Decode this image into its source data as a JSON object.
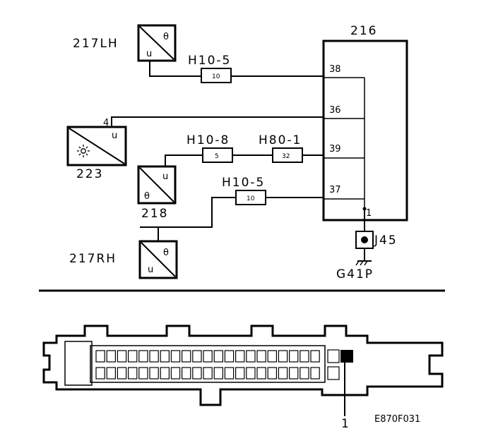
{
  "diagram": {
    "components": {
      "c217lh": "217LH",
      "c223": "223",
      "c218": "218",
      "c217rh": "217RH",
      "c216": "216",
      "j45": "J45",
      "g41p": "G41P"
    },
    "pins": {
      "p38": "38",
      "p36": "36",
      "p39": "39",
      "p37": "37",
      "p1": "1",
      "p4": "4"
    },
    "fuses": {
      "f1_name": "H10-5",
      "f1_val": "10",
      "f2_name": "H10-8",
      "f2_val": "5",
      "f3_name": "H80-1",
      "f3_val": "32",
      "f4_name": "H10-5",
      "f4_val": "10"
    },
    "sensor_symbols": {
      "theta": "θ",
      "u": "u"
    },
    "connector_callout": "1",
    "figure_ref": "E870F031"
  },
  "colors": {
    "ink": "#000000",
    "paper": "#ffffff"
  },
  "icons": [
    "temperature-sensor-icon",
    "sun-sensor-icon",
    "ground-icon",
    "fuse-icon",
    "connector-icon"
  ]
}
